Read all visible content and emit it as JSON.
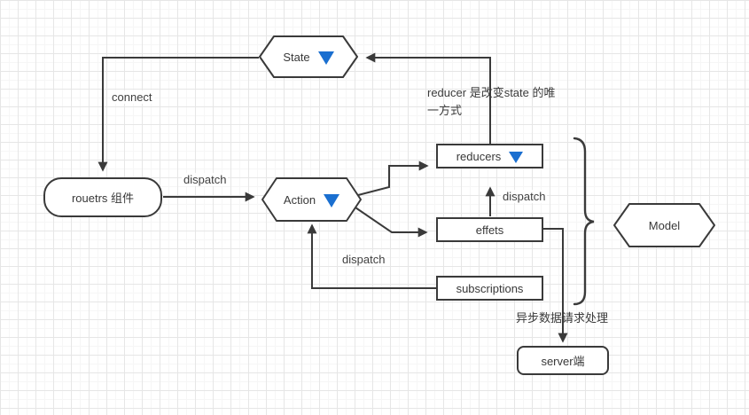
{
  "colors": {
    "accent_blue": "#1a6fd0",
    "stroke_dark": "#3a3a3a"
  },
  "nodes": {
    "state": {
      "label": "State"
    },
    "routers": {
      "label": "rouetrs 组件"
    },
    "action": {
      "label": "Action"
    },
    "reducers": {
      "label": "reducers"
    },
    "effects": {
      "label": "effets"
    },
    "subscriptions": {
      "label": "subscriptions"
    },
    "model": {
      "label": "Model"
    },
    "server": {
      "label": "server端"
    }
  },
  "edge_labels": {
    "connect": "connect",
    "dispatch_routers_to_action": "dispatch",
    "dispatch_effects_to_reducers": "dispatch",
    "dispatch_subscriptions_to_action": "dispatch"
  },
  "notes": {
    "reducer_note_line1": "reducer 是改变state 的唯",
    "reducer_note_line2": "一方式",
    "async_note": "异步数据请求处理"
  }
}
